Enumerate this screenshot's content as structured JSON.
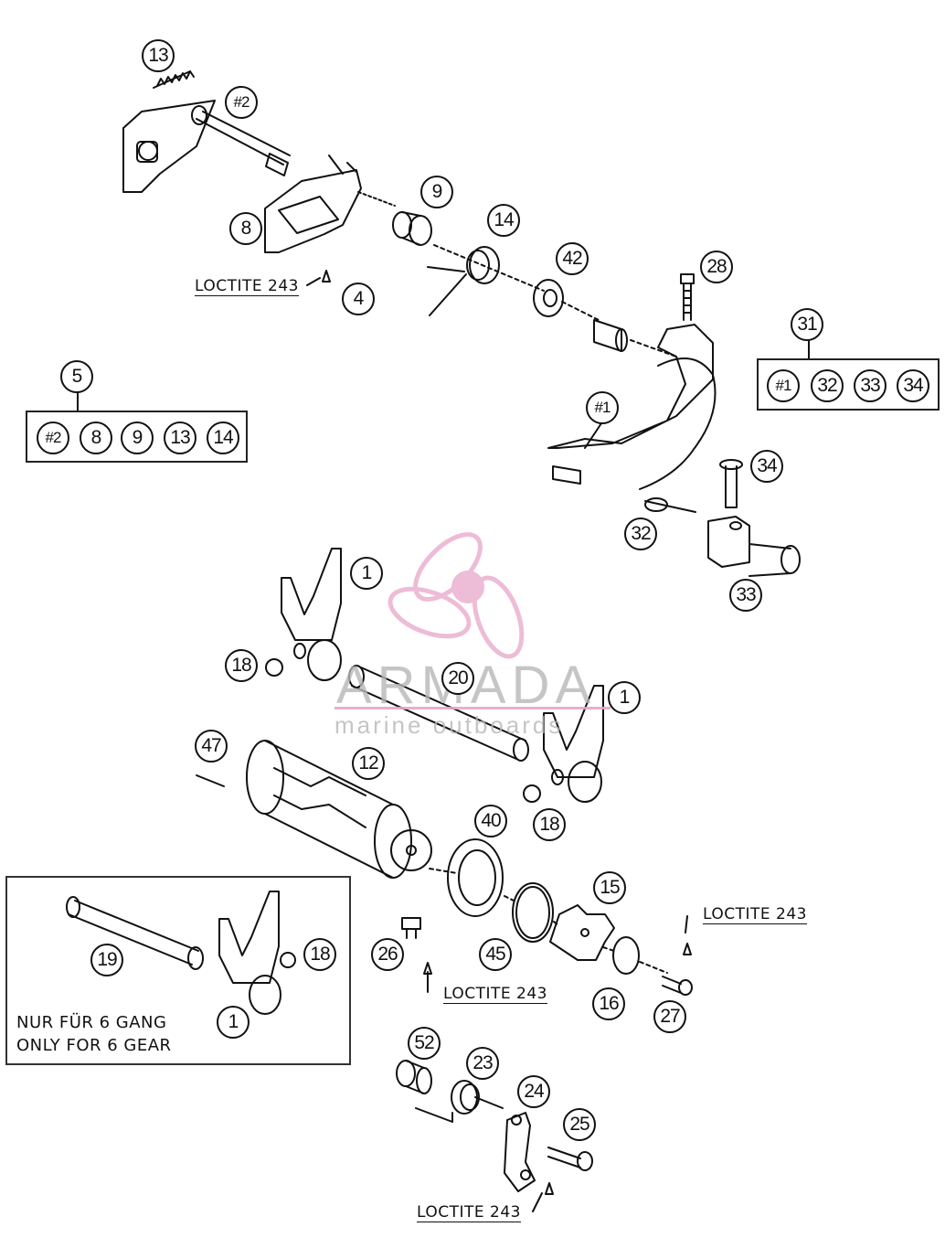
{
  "callouts": {
    "c13": "13",
    "c2a": "#2",
    "c8": "8",
    "c9": "9",
    "c14": "14",
    "c42": "42",
    "c4": "4",
    "c28": "28",
    "c31": "31",
    "c5": "5",
    "c1a": "#1",
    "c34": "34",
    "c32": "32",
    "c33": "33",
    "c1b": "1",
    "c18a": "18",
    "c20": "20",
    "c1c": "1",
    "c47": "47",
    "c12": "12",
    "c18b": "18",
    "c40": "40",
    "c15": "15",
    "c19": "19",
    "c18c": "18",
    "c26": "26",
    "c45": "45",
    "c16": "16",
    "c27": "27",
    "c1d": "1",
    "c52": "52",
    "c23": "23",
    "c24": "24",
    "c25": "25"
  },
  "kit_5": {
    "items": [
      "#2",
      "8",
      "9",
      "13",
      "14"
    ]
  },
  "kit_31": {
    "items": [
      "#1",
      "32",
      "33",
      "34"
    ]
  },
  "notes": {
    "loctite_1": "LOCTITE 243",
    "loctite_2": "LOCTITE 243",
    "loctite_3": "LOCTITE 243",
    "loctite_4": "LOCTITE 243"
  },
  "six_gear_box": {
    "line1": "NUR FÜR 6 GANG",
    "line2": "ONLY FOR 6 GEAR"
  },
  "watermark": {
    "brand": "ARMADA",
    "tagline": "marine outboards",
    "color": "#e7a6c9"
  }
}
